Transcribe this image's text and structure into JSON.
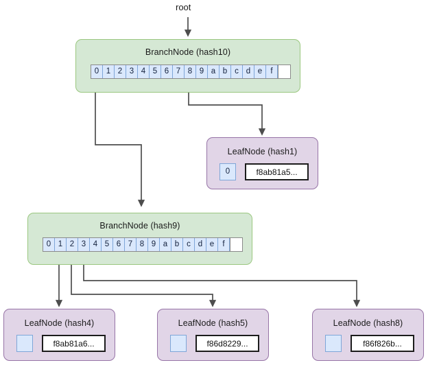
{
  "diagram": {
    "title_label": "root",
    "colors": {
      "branch_fill": "#d5e8d4",
      "branch_stroke": "#9ac77f",
      "leaf_fill": "#e1d5e7",
      "leaf_stroke": "#9673a6",
      "nibble_fill": "#dae8fc",
      "nibble_stroke": "#7ea6d8",
      "value_box_stroke": "#1c1c1c",
      "edge_stroke": "#4d4d4d"
    }
  },
  "nibbles": [
    "0",
    "1",
    "2",
    "3",
    "4",
    "5",
    "6",
    "7",
    "8",
    "9",
    "a",
    "b",
    "c",
    "d",
    "e",
    "f"
  ],
  "nodes": {
    "branch_top": {
      "title": "BranchNode (hash10)",
      "type": "BranchNode",
      "hash": "hash10",
      "active_slots": [
        "0",
        "8"
      ]
    },
    "branch_mid": {
      "title": "BranchNode (hash9)",
      "type": "BranchNode",
      "hash": "hash9",
      "active_slots": [
        "1",
        "2",
        "3"
      ]
    },
    "leaf_hash1": {
      "title": "LeafNode (hash1)",
      "type": "LeafNode",
      "hash": "hash1",
      "key": "0",
      "value": "f8ab81a5..."
    },
    "leaf_hash4": {
      "title": "LeafNode (hash4)",
      "type": "LeafNode",
      "hash": "hash4",
      "key": "",
      "value": "f8ab81a6..."
    },
    "leaf_hash5": {
      "title": "LeafNode (hash5)",
      "type": "LeafNode",
      "hash": "hash5",
      "key": "",
      "value": "f86d8229..."
    },
    "leaf_hash8": {
      "title": "LeafNode (hash8)",
      "type": "LeafNode",
      "hash": "hash8",
      "key": "",
      "value": "f86f826b..."
    }
  },
  "edges": [
    {
      "name": "root-to-branch-top",
      "from": "root",
      "to": "branch_top"
    },
    {
      "name": "branch-top-slot0-to-branch-mid",
      "from": "branch_top",
      "slot": "0",
      "to": "branch_mid"
    },
    {
      "name": "branch-top-slot8-to-leaf-hash1",
      "from": "branch_top",
      "slot": "8",
      "to": "leaf_hash1"
    },
    {
      "name": "branch-mid-slot1-to-leaf-hash4",
      "from": "branch_mid",
      "slot": "1",
      "to": "leaf_hash4"
    },
    {
      "name": "branch-mid-slot2-to-leaf-hash5",
      "from": "branch_mid",
      "slot": "2",
      "to": "leaf_hash5"
    },
    {
      "name": "branch-mid-slot3-to-leaf-hash8",
      "from": "branch_mid",
      "slot": "3",
      "to": "leaf_hash8"
    }
  ]
}
